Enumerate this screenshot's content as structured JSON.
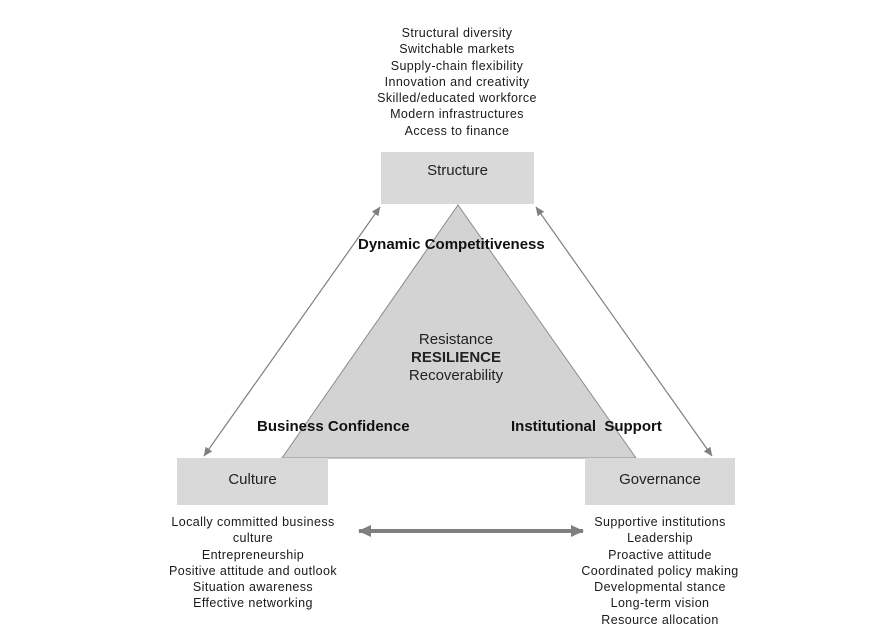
{
  "nodes": {
    "structure": {
      "label": "Structure",
      "items": [
        "Structural diversity",
        "Switchable markets",
        "Supply-chain flexibility",
        "Innovation and creativity",
        "Skilled/educated workforce",
        "Modern infrastructures",
        "Access to finance"
      ]
    },
    "culture": {
      "label": "Culture",
      "items": [
        "Locally committed business",
        "culture",
        "Entrepreneurship",
        "Positive attitude and outlook",
        "Situation awareness",
        "Effective networking"
      ]
    },
    "governance": {
      "label": "Governance",
      "items": [
        "Supportive institutions",
        "Leadership",
        "Proactive attitude",
        "Coordinated policy making",
        "Developmental stance",
        "Long-term vision",
        "Resource allocation"
      ]
    }
  },
  "center": {
    "line1": "Resistance",
    "line2": "RESILIENCE",
    "line3": "Recoverability"
  },
  "edges": {
    "top": "Dynamic Competitiveness",
    "left": "Business Confidence",
    "right": "Institutional  Support"
  },
  "colors": {
    "box_fill": "#d9d9d9",
    "triangle_fill": "#d3d3d3",
    "arrow": "#7f7f7f"
  }
}
